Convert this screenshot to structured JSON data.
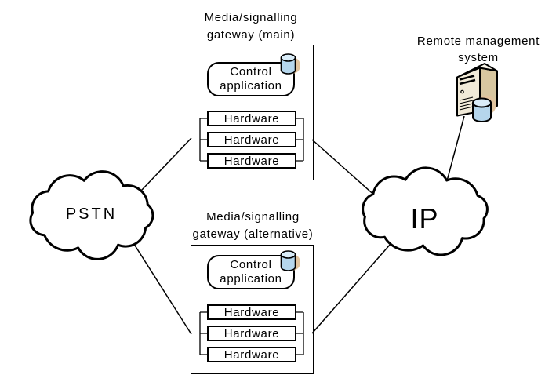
{
  "colors": {
    "line": "#000000",
    "background": "#ffffff",
    "cylinder_body": "#b5d6ec",
    "cylinder_top": "#d9ecf8",
    "shadow_tan": "#e2c49e",
    "server_front": "#f1ead8",
    "server_side": "#d8c7a0",
    "server_top": "#f8f4e8"
  },
  "clouds": {
    "pstn": {
      "label": "PSTN"
    },
    "ip": {
      "label": "IP"
    }
  },
  "remote_management": {
    "title_line1": "Remote management",
    "title_line2": "system"
  },
  "gateways": [
    {
      "title_line1": "Media/signalling",
      "title_line2": "gateway (main)",
      "control_label": "Control application",
      "hardware": [
        "Hardware",
        "Hardware",
        "Hardware"
      ]
    },
    {
      "title_line1": "Media/signalling",
      "title_line2": "gateway (alternative)",
      "control_label": "Control application",
      "hardware": [
        "Hardware",
        "Hardware",
        "Hardware"
      ]
    }
  ]
}
